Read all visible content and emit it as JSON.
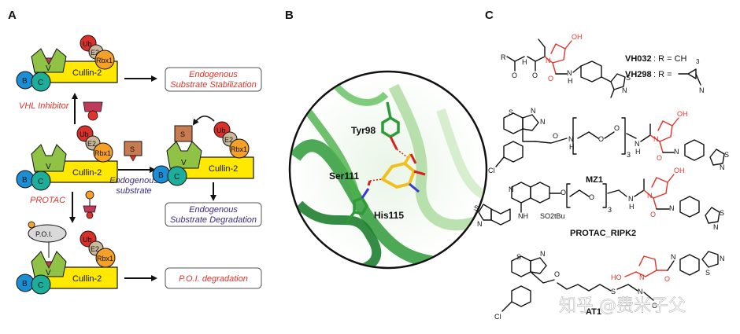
{
  "panels": {
    "a": "A",
    "b": "B",
    "c": "C"
  },
  "complex": {
    "ub": "Ub",
    "e2": "E2",
    "rbx1": "Rbx1",
    "cullin": "Cullin-2",
    "b": "B",
    "c": "C",
    "v": "V",
    "s": "S",
    "poi": "P.O.I."
  },
  "panel_a": {
    "vhl_inhibitor": "VHL Inhibitor",
    "protac": "PROTAC",
    "endogenous_substrate_line1": "Endogenous",
    "endogenous_substrate_line2": "substrate",
    "box_stabilization_line1": "Endogenous",
    "box_stabilization_line2": "Substrate Stabilization",
    "box_degradation_line1": "Endogenous",
    "box_degradation_line2": "Substrate Degradation",
    "box_poi": "P.O.I. degradation"
  },
  "panel_b": {
    "tyr98": "Tyr98",
    "ser111": "Ser111",
    "his115": "His115"
  },
  "panel_c": {
    "vh032_name": "VH032",
    "vh032_formula": ": R = CH",
    "vh032_sub": "3",
    "vh298_name": "VH298",
    "vh298_formula": ": R =",
    "mz1": "MZ1",
    "protac_ripk2": "PROTAC_RIPK2",
    "at1": "AT1",
    "atoms": {
      "n": "N",
      "o": "O",
      "oh": "OH",
      "ho": "HO",
      "s": "S",
      "r": "R",
      "cl": "Cl",
      "h": "H",
      "nh": "NH",
      "so2tbu": "SO2tBu",
      "n3": "3",
      "cn": "N"
    }
  },
  "watermark": "知乎 @费米子父"
}
